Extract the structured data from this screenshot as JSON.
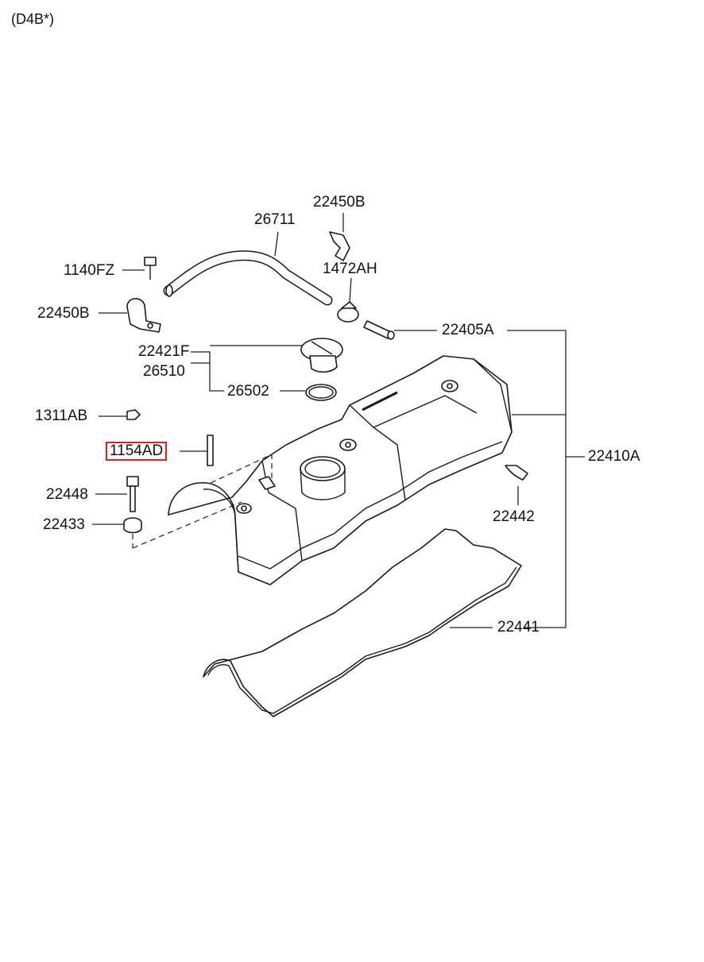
{
  "variant": "(D4B*)",
  "labels": {
    "p26711": "26711",
    "p22450B_top": "22450B",
    "p1472AH": "1472AH",
    "p1140FZ": "1140FZ",
    "p22450B_left": "22450B",
    "p22405A": "22405A",
    "p22421F": "22421F",
    "p26510": "26510",
    "p26502": "26502",
    "p1311AB": "1311AB",
    "p1154AD": "1154AD",
    "p22410A": "22410A",
    "p22448": "22448",
    "p22433": "22433",
    "p22442": "22442",
    "p22441": "22441"
  },
  "highlight_color": "#e02020"
}
